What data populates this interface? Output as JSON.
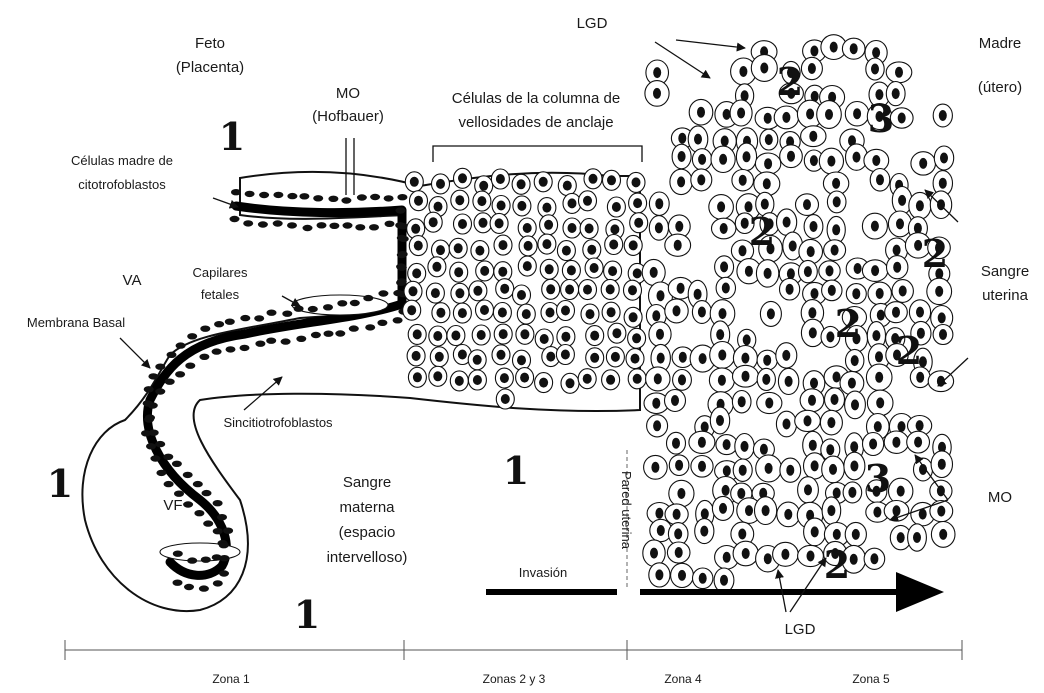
{
  "labels": {
    "feto_1": "Feto",
    "feto_2": "(Placenta)",
    "madre_1": "Madre",
    "madre_2": "(útero)",
    "lgd_top": "LGD",
    "lgd_bottom": "LGD",
    "mo_top_1": "MO",
    "mo_top_2": "(Hofbauer)",
    "columna_1": "Células de la columna de",
    "columna_2": "vellosidades de anclaje",
    "madre_cito_1": "Células madre de",
    "madre_cito_2": "citotrofoblastos",
    "va": "VA",
    "capilares_1": "Capilares",
    "capilares_2": "fetales",
    "membrana_basal": "Membrana Basal",
    "sincitio": "Sincitiotrofoblastos",
    "vf": "VF",
    "sangre_materna_1": "Sangre",
    "sangre_materna_2": "materna",
    "sangre_materna_3": "(espacio",
    "sangre_materna_4": "intervelloso)",
    "pared_uterina": "Pared uterina",
    "invasion": "Invasión",
    "sangre_uterina_1": "Sangre",
    "sangre_uterina_2": "uterina",
    "mo_right": "MO"
  },
  "region_numbers": {
    "n1_top": "1",
    "n1_left": "1",
    "n1_mid": "1",
    "n1_bottom": "1",
    "n2_a": "2",
    "n2_b": "2",
    "n2_c": "2",
    "n2_d": "2",
    "n2_e": "2",
    "n2_f": "2",
    "n3_a": "3",
    "n3_b": "3"
  },
  "zones": [
    "Zona 1",
    "Zonas 2 y 3",
    "Zona 4",
    "Zona 5"
  ]
}
